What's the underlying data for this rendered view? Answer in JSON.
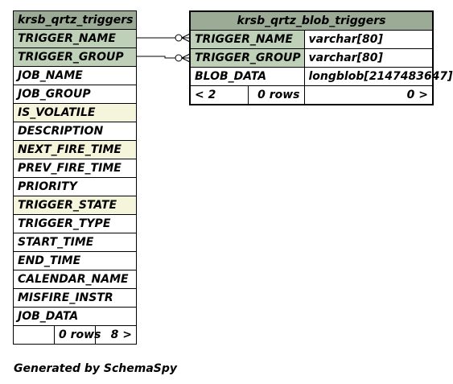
{
  "tables": [
    {
      "id": "t1",
      "name": "krsb_qrtz_triggers",
      "columns": [
        {
          "name": "TRIGGER_NAME",
          "kind": "pk"
        },
        {
          "name": "TRIGGER_GROUP",
          "kind": "pk"
        },
        {
          "name": "JOB_NAME",
          "kind": "plain"
        },
        {
          "name": "JOB_GROUP",
          "kind": "plain"
        },
        {
          "name": "IS_VOLATILE",
          "kind": "idx"
        },
        {
          "name": "DESCRIPTION",
          "kind": "plain"
        },
        {
          "name": "NEXT_FIRE_TIME",
          "kind": "idx"
        },
        {
          "name": "PREV_FIRE_TIME",
          "kind": "plain"
        },
        {
          "name": "PRIORITY",
          "kind": "plain"
        },
        {
          "name": "TRIGGER_STATE",
          "kind": "idx"
        },
        {
          "name": "TRIGGER_TYPE",
          "kind": "plain"
        },
        {
          "name": "START_TIME",
          "kind": "plain"
        },
        {
          "name": "END_TIME",
          "kind": "plain"
        },
        {
          "name": "CALENDAR_NAME",
          "kind": "plain"
        },
        {
          "name": "MISFIRE_INSTR",
          "kind": "plain"
        },
        {
          "name": "JOB_DATA",
          "kind": "plain"
        }
      ],
      "footer": {
        "parents": "",
        "rows": "0 rows",
        "children": "8 >"
      }
    },
    {
      "id": "t2",
      "name": "krsb_qrtz_blob_triggers",
      "columns": [
        {
          "name": "TRIGGER_NAME",
          "type": "varchar[80]",
          "kind": "pk"
        },
        {
          "name": "TRIGGER_GROUP",
          "type": "varchar[80]",
          "kind": "pk"
        },
        {
          "name": "BLOB_DATA",
          "type": "longblob[2147483647]",
          "kind": "plain"
        }
      ],
      "footer": {
        "parents": "< 2",
        "rows": "0 rows",
        "children": "0 >"
      }
    }
  ],
  "footer_text": "Generated by SchemaSpy"
}
